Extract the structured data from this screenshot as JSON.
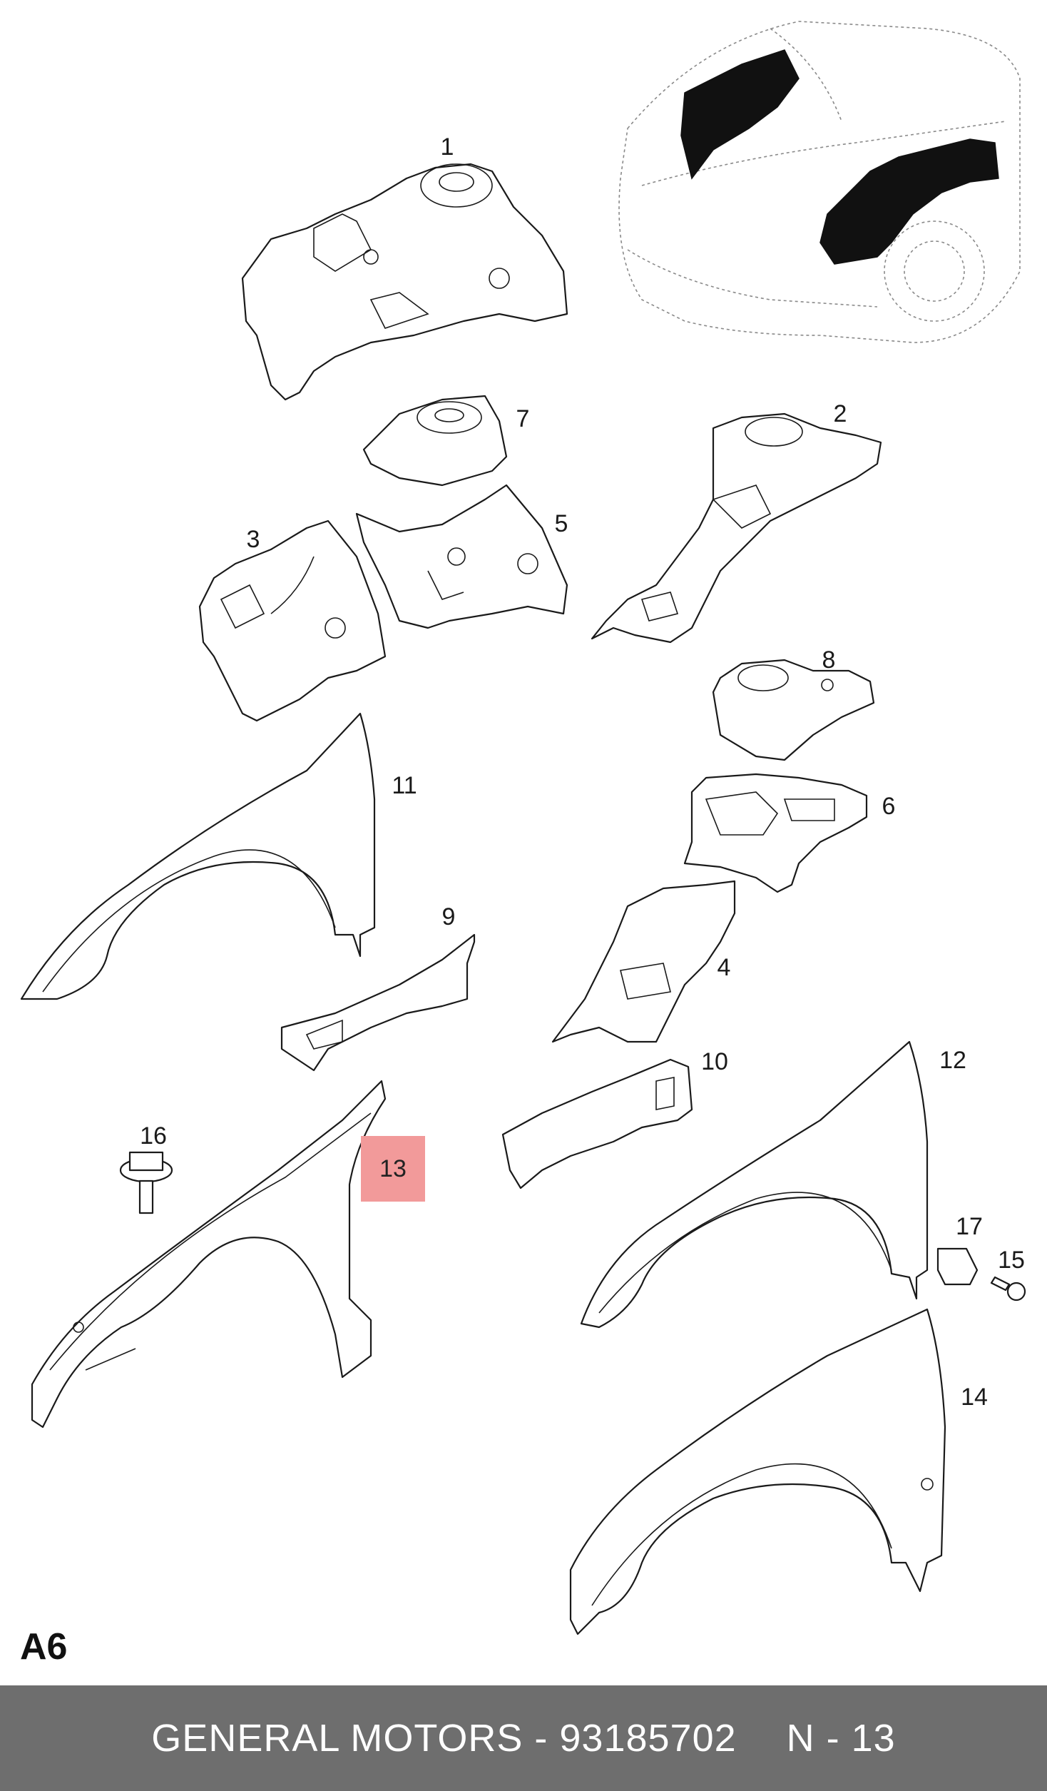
{
  "sheet_code": "A6",
  "callouts": [
    "1",
    "2",
    "3",
    "4",
    "5",
    "6",
    "7",
    "8",
    "9",
    "10",
    "11",
    "12",
    "14",
    "15",
    "16",
    "17"
  ],
  "highlighted_callout": "13",
  "highlight_color": "#f29a9a",
  "footer": {
    "text": "GENERAL MOTORS - 93185702",
    "ref": "N - 13",
    "background": "#6e6e6e"
  }
}
